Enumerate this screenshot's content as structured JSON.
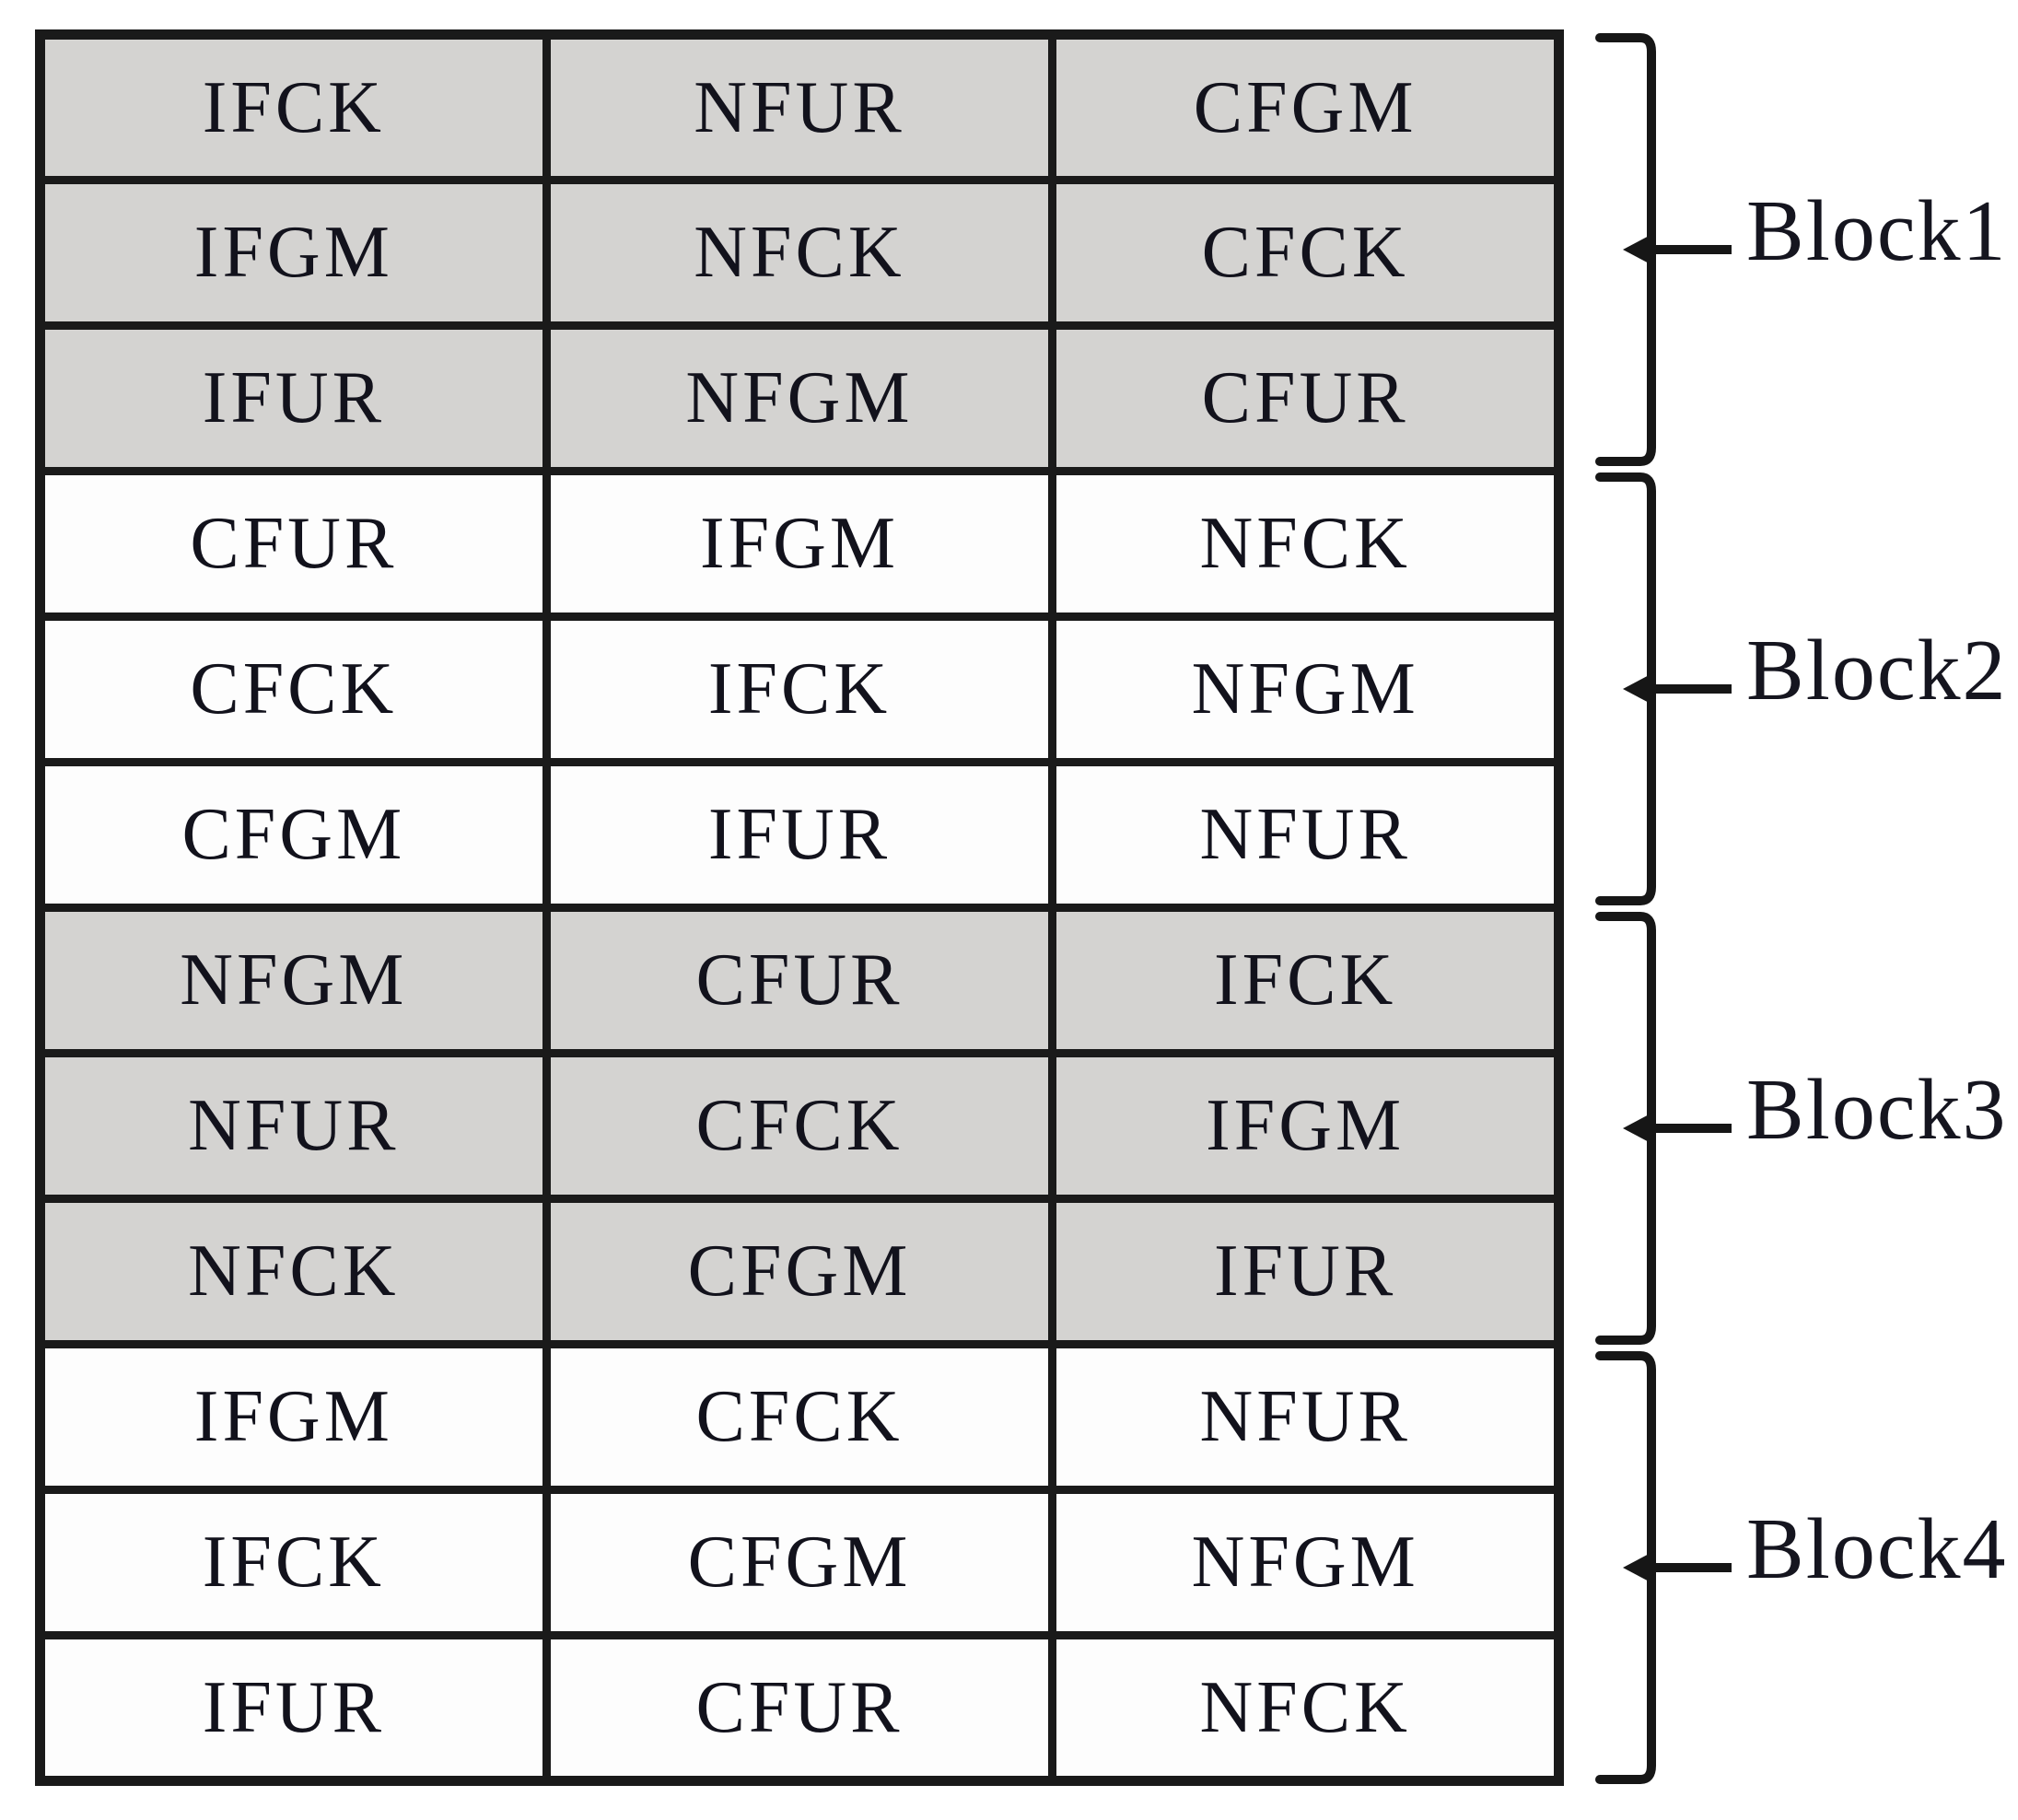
{
  "figure": {
    "description": "Latin-square style block design table: 12 rows by 3 columns of treatment codes, grouped into 4 blocks of 3 rows; blocks 1 and 3 shaded gray, blocks 2 and 4 white; right-side brackets label each block"
  },
  "table": {
    "columns": 3,
    "rows": [
      {
        "shade": "gray",
        "cells": [
          "IFCK",
          "NFUR",
          "CFGM"
        ]
      },
      {
        "shade": "gray",
        "cells": [
          "IFGM",
          "NFCK",
          "CFCK"
        ]
      },
      {
        "shade": "gray",
        "cells": [
          "IFUR",
          "NFGM",
          "CFUR"
        ]
      },
      {
        "shade": "white",
        "cells": [
          "CFUR",
          "IFGM",
          "NFCK"
        ]
      },
      {
        "shade": "white",
        "cells": [
          "CFCK",
          "IFCK",
          "NFGM"
        ]
      },
      {
        "shade": "white",
        "cells": [
          "CFGM",
          "IFUR",
          "NFUR"
        ]
      },
      {
        "shade": "gray",
        "cells": [
          "NFGM",
          "CFUR",
          "IFCK"
        ]
      },
      {
        "shade": "gray",
        "cells": [
          "NFUR",
          "CFCK",
          "IFGM"
        ]
      },
      {
        "shade": "gray",
        "cells": [
          "NFCK",
          "CFGM",
          "IFUR"
        ]
      },
      {
        "shade": "white",
        "cells": [
          "IFGM",
          "CFCK",
          "NFUR"
        ]
      },
      {
        "shade": "white",
        "cells": [
          "IFCK",
          "CFGM",
          "NFGM"
        ]
      },
      {
        "shade": "white",
        "cells": [
          "IFUR",
          "CFUR",
          "NFCK"
        ]
      }
    ]
  },
  "blocks": [
    {
      "label": "Block1",
      "row_span": "rows 1-3"
    },
    {
      "label": "Block2",
      "row_span": "rows 4-6"
    },
    {
      "label": "Block3",
      "row_span": "rows 7-9"
    },
    {
      "label": "Block4",
      "row_span": "rows 10-12"
    }
  ],
  "colors": {
    "shaded_row_fill": "#d4d3d1",
    "plain_row_fill": "#fdfdfd",
    "grid_line": "#1a1a1a",
    "text": "#12121c"
  }
}
